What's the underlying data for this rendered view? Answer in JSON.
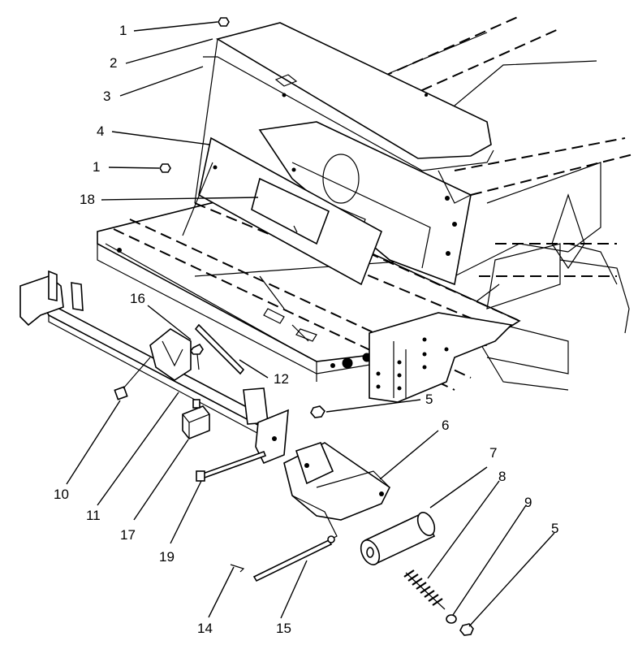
{
  "callouts": [
    {
      "id": "c1a",
      "text": "1"
    },
    {
      "id": "c2",
      "text": "2"
    },
    {
      "id": "c3",
      "text": "3"
    },
    {
      "id": "c4",
      "text": "4"
    },
    {
      "id": "c1b",
      "text": "1"
    },
    {
      "id": "c18",
      "text": "18"
    },
    {
      "id": "c16",
      "text": "16"
    },
    {
      "id": "c12",
      "text": "12"
    },
    {
      "id": "c5a",
      "text": "5"
    },
    {
      "id": "c6",
      "text": "6"
    },
    {
      "id": "c7",
      "text": "7"
    },
    {
      "id": "c8",
      "text": "8"
    },
    {
      "id": "c9",
      "text": "9"
    },
    {
      "id": "c5b",
      "text": "5"
    },
    {
      "id": "c10",
      "text": "10"
    },
    {
      "id": "c11",
      "text": "11"
    },
    {
      "id": "c17",
      "text": "17"
    },
    {
      "id": "c19",
      "text": "19"
    },
    {
      "id": "c14",
      "text": "14"
    },
    {
      "id": "c15",
      "text": "15"
    }
  ]
}
